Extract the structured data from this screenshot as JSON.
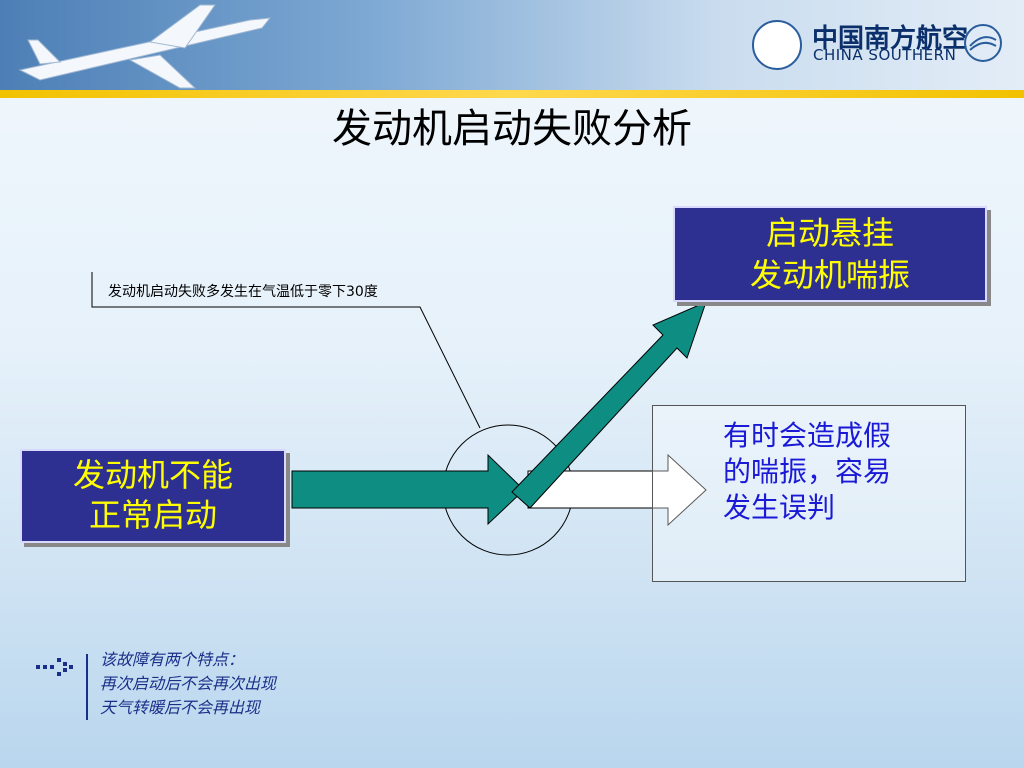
{
  "title": "发动机启动失败分析",
  "logo": {
    "cn": "中国南方航空",
    "en": "CHINA SOUTHERN"
  },
  "boxes": {
    "left": [
      "发动机不能",
      "正常启动"
    ],
    "right": [
      "启动悬挂",
      "发动机喘振"
    ],
    "white": [
      "有时会造成假",
      "的喘振，容易",
      "发生误判"
    ]
  },
  "callout": "发动机启动失败多发生在气温低于零下30度",
  "notes": [
    "该故障有两个特点：",
    "再次启动后不会再次出现",
    "天气转暖后不会再出现"
  ],
  "colors": {
    "box_blue": "#2d2f91",
    "box_text": "#ffff00",
    "arrow_teal": "#0e8e82",
    "note_text": "#1a2f8a"
  }
}
